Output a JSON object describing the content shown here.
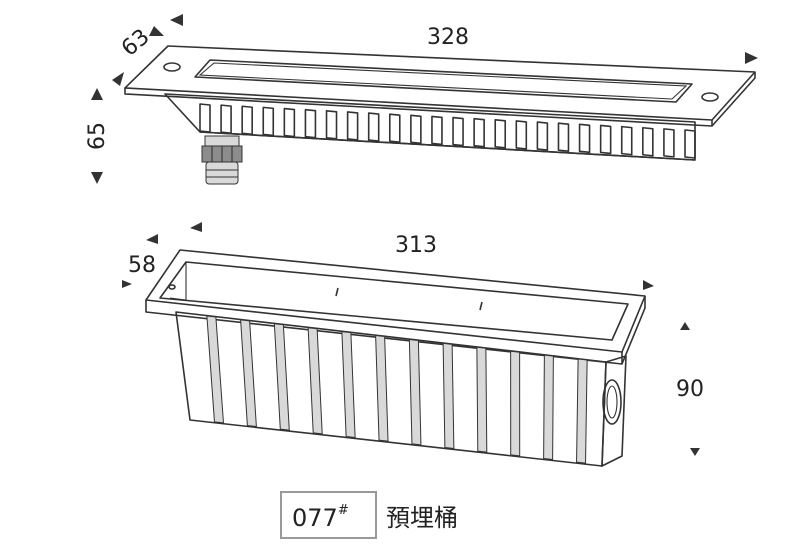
{
  "top_fixture": {
    "length": "328",
    "width": "63",
    "height": "65"
  },
  "housing": {
    "length": "313",
    "width": "58",
    "height": "90"
  },
  "caption": {
    "code": "077",
    "mark": "#",
    "title": "預埋桶"
  },
  "colors": {
    "line": "#333333",
    "caption_border": "#999999"
  }
}
